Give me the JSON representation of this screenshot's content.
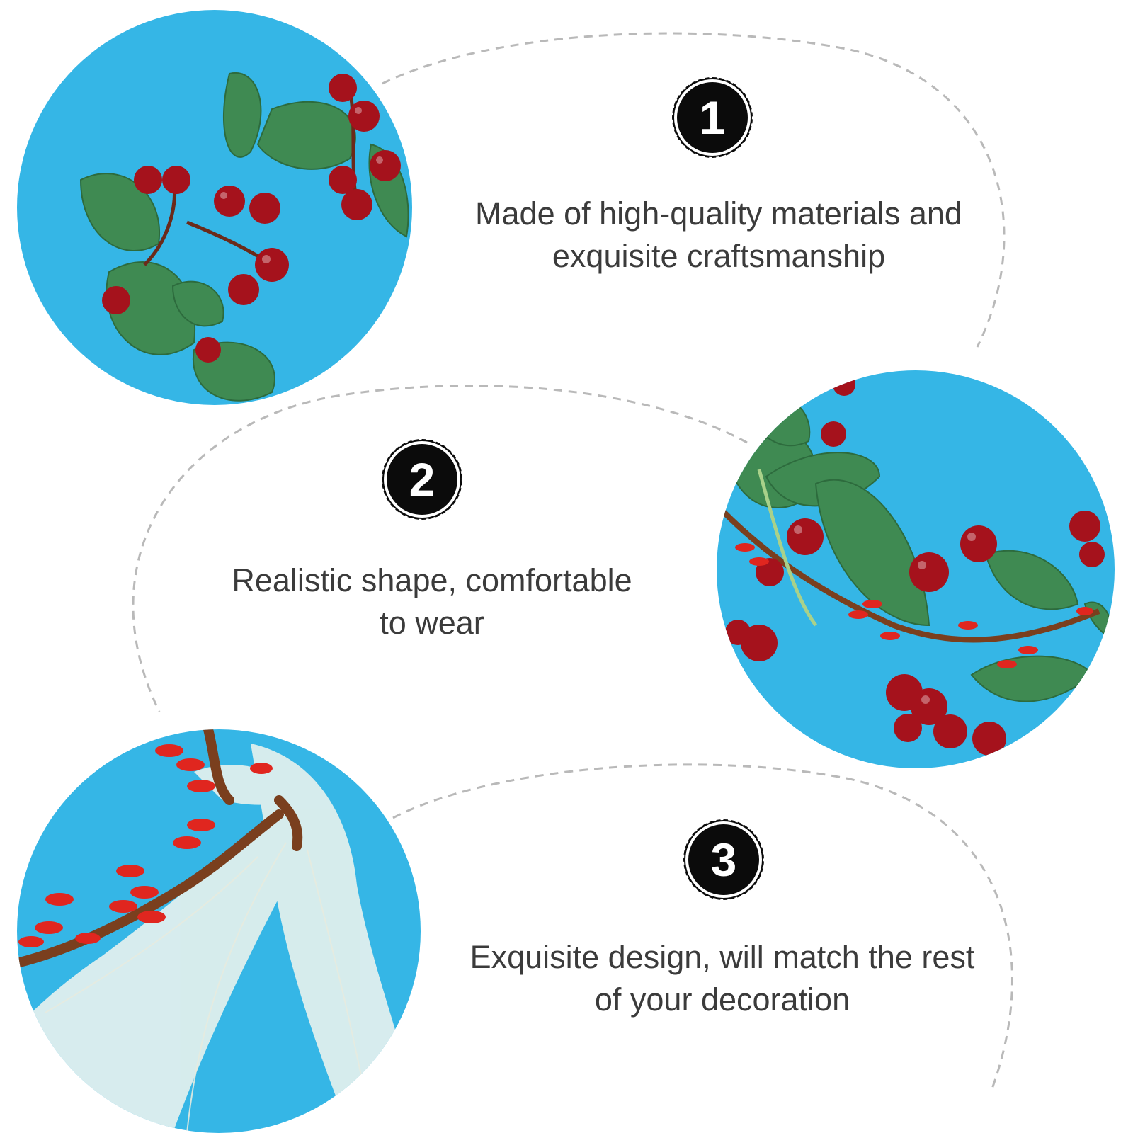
{
  "features": [
    {
      "number": "1",
      "line1": "Made of high-quality materials and",
      "line2": "exquisite craftsmanship",
      "number_icon": "number-badge-icon",
      "photo_icon": "berry-leaf-closeup-photo"
    },
    {
      "number": "2",
      "line1": "Realistic shape, comfortable",
      "line2": "to wear",
      "number_icon": "number-badge-icon",
      "photo_icon": "berry-vine-closeup-photo"
    },
    {
      "number": "3",
      "line1": "Exquisite design, will match the rest",
      "line2": "of your decoration",
      "number_icon": "number-badge-icon",
      "photo_icon": "ribbon-vine-closeup-photo"
    }
  ],
  "colors": {
    "background": "#ffffff",
    "photo_sky": "#35b6e6",
    "leaf": "#3f8a52",
    "berry": "#a5121c",
    "berry_small": "#e0261f",
    "vine": "#7a3f1e",
    "ribbon": "#f3f6ee",
    "badge": "#0b0b0b",
    "text": "#3b3b3b",
    "dashed_line": "#b5b5b5"
  }
}
